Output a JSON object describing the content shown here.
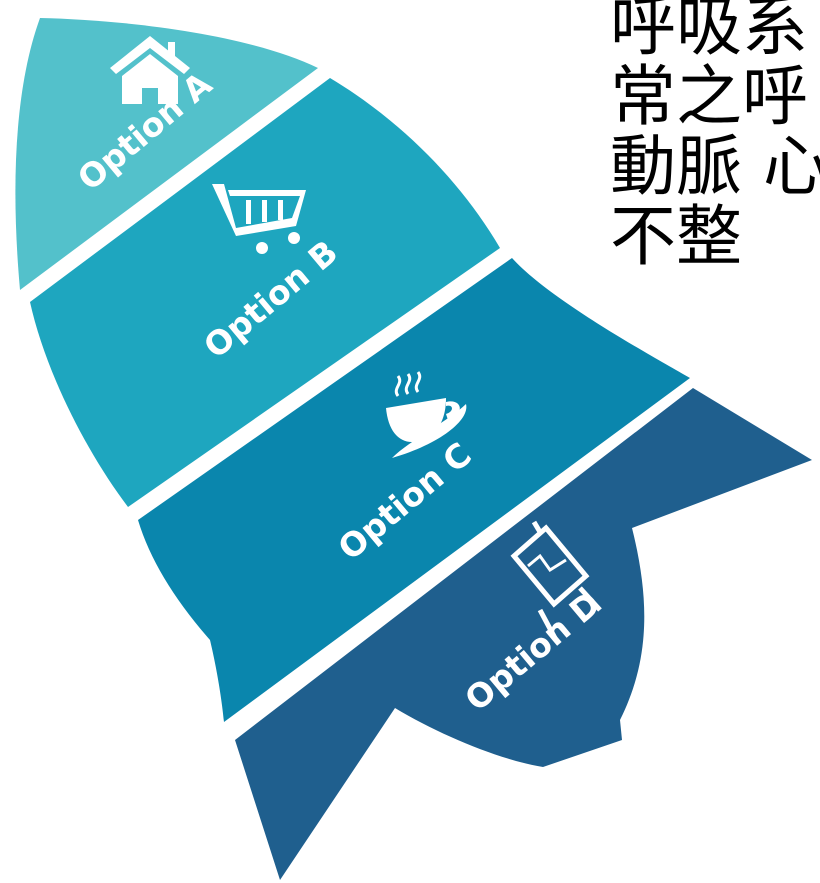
{
  "colors": {
    "segment_a": "#53c1cb",
    "segment_b": "#1ea6bf",
    "segment_c": "#0a86ad",
    "segment_d": "#1f5f8e",
    "separator": "#ffffff"
  },
  "options": [
    {
      "label": "Option A",
      "icon": "house-icon"
    },
    {
      "label": "Option B",
      "icon": "shopping-cart-icon"
    },
    {
      "label": "Option C",
      "icon": "coffee-cup-icon"
    },
    {
      "label": "Option D",
      "icon": "presentation-chart-icon"
    }
  ],
  "side_text": {
    "line1": "呼吸系",
    "line2": "常之呼",
    "line3": "動脈 心",
    "line4": "不整"
  }
}
